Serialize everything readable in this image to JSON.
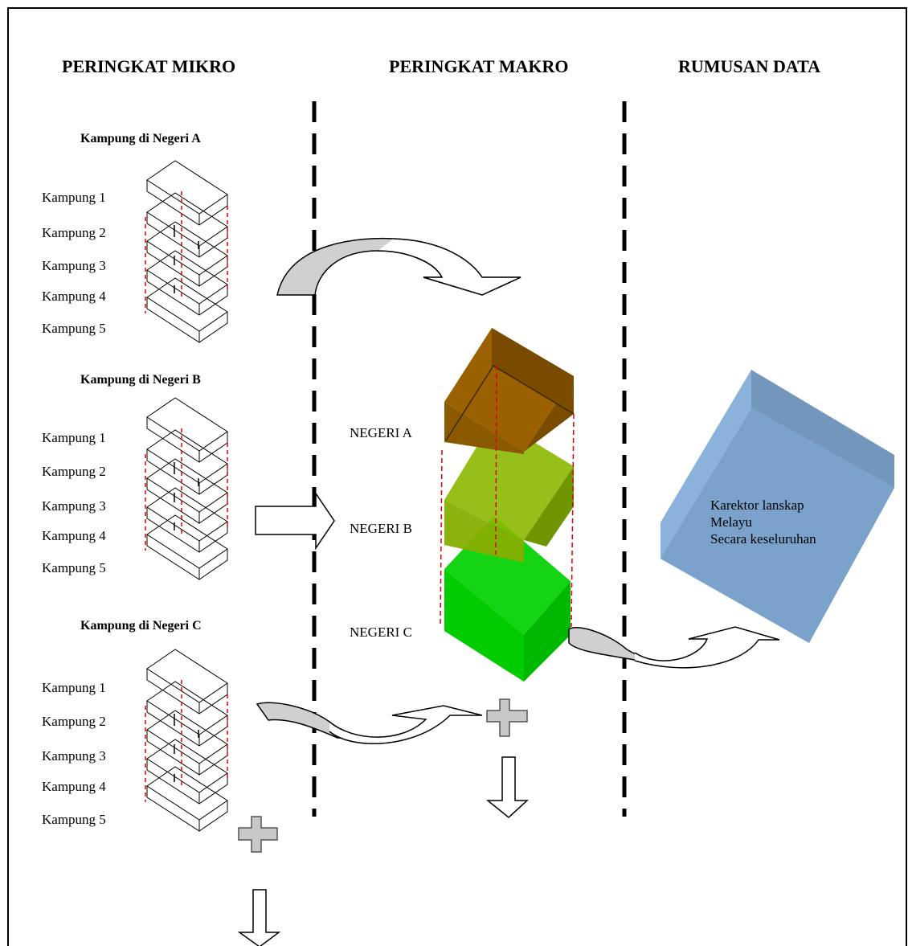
{
  "headers": {
    "micro": "PERINGKAT MIKRO",
    "macro": "PERINGKAT MAKRO",
    "summary": "RUMUSAN DATA"
  },
  "groups": [
    {
      "title": "Kampung di Negeri A",
      "items": [
        "Kampung 1",
        "Kampung 2",
        "Kampung 3",
        "Kampung 4",
        "Kampung 5"
      ]
    },
    {
      "title": "Kampung di Negeri B",
      "items": [
        "Kampung 1",
        "Kampung 2",
        "Kampung 3",
        "Kampung 4",
        "Kampung 5"
      ]
    },
    {
      "title": "Kampung di Negeri C",
      "items": [
        "Kampung 1",
        "Kampung 2",
        "Kampung 3",
        "Kampung 4",
        "Kampung 5"
      ]
    }
  ],
  "states": [
    "NEGERI A",
    "NEGERI B",
    "NEGERI C"
  ],
  "summary_box": {
    "line1": "Karektor lanskap",
    "line2": "Melayu",
    "line3": "Secara keseluruhan"
  },
  "colors": {
    "state_a": "#8B5A00",
    "state_b": "#7FA800",
    "state_c": "#00D000",
    "summary_box": "#7BA4CC",
    "arrow_fill": "#D0D0D0",
    "guide_red": "#E00000"
  }
}
